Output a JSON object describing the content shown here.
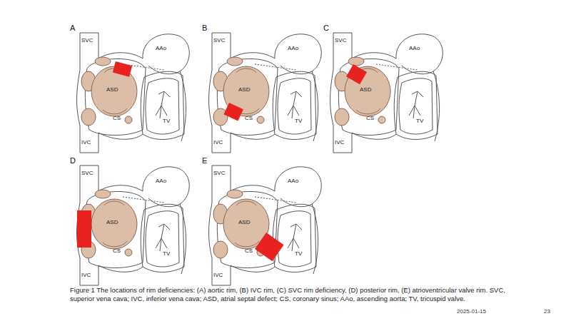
{
  "diagram": {
    "caption": "Figure 1 The locations of rim deficiencies: (A) aortic rim, (B) IVC rim, (C) SVC rim deficiency, (D) posterior rim, (E) atrioventricular valve rim. SVC, superior vena cava; IVC, inferior vena cava; ASD, atrial septal defect; CS, coronary sinus; AAo, ascending aorta; TV, tricuspid valve.",
    "labels": [
      "A",
      "SVC",
      "AAo",
      "ASD",
      "CS",
      "IVC",
      "TV",
      "B",
      "SVC",
      "AAo",
      "ASD",
      "CS",
      "IVC",
      "TV",
      "C",
      "SVC",
      "AAo",
      "ASD",
      "CS",
      "IVC",
      "TV",
      "D",
      "SVC",
      "AAo",
      "ASD",
      "CS",
      "IVC",
      "TV",
      "E",
      "SVC",
      "AAo",
      "ASD",
      "CS",
      "IVC",
      "TV",
      "2025-01-15",
      "23"
    ]
  }
}
